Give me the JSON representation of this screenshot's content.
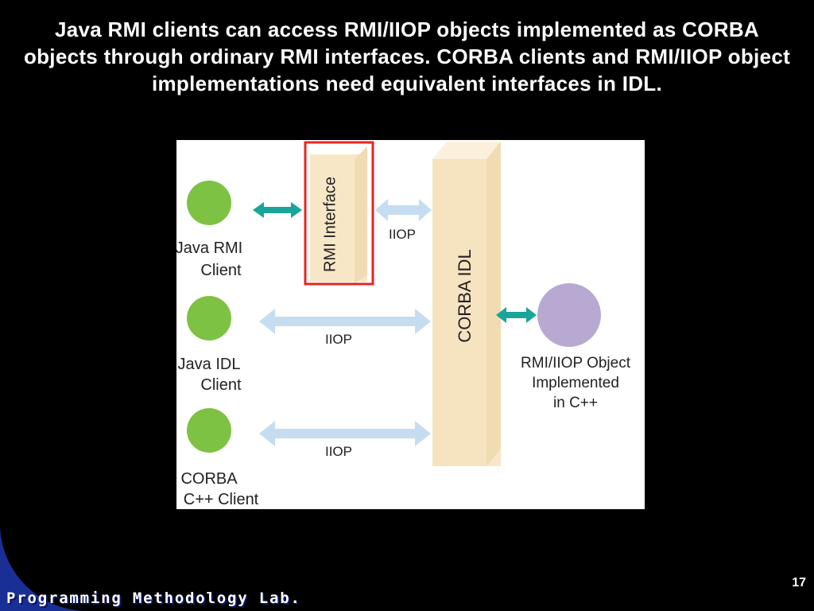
{
  "slide": {
    "title": "Java RMI clients can access RMI/IIOP objects implemented as CORBA objects through ordinary RMI interfaces. CORBA clients and RMI/IIOP object implementations need equivalent interfaces in IDL.",
    "footer": "Programming Methodology Lab.",
    "page_number": "17"
  },
  "diagram": {
    "clients": [
      {
        "line1": "Java RMI",
        "line2": "Client"
      },
      {
        "line1": "Java IDL",
        "line2": "Client"
      },
      {
        "line1": "CORBA",
        "line2": "C++ Client"
      }
    ],
    "rmi_interface_label": "RMI Interface",
    "corba_idl_label": "CORBA IDL",
    "iiop_labels": [
      "IIOP",
      "IIOP",
      "IIOP"
    ],
    "object": {
      "line1": "RMI/IIOP Object",
      "line2": "Implemented",
      "line3": "in C++"
    },
    "colors": {
      "client_circle": "#7dc243",
      "object_circle": "#b8a9d2",
      "teal_arrow": "#1aa59b",
      "iiop_arrow": "#c6ddf1",
      "pillar_front": "#f8e7c7",
      "pillar_side": "#f1dbb2",
      "highlight_box": "#e6251f"
    }
  }
}
